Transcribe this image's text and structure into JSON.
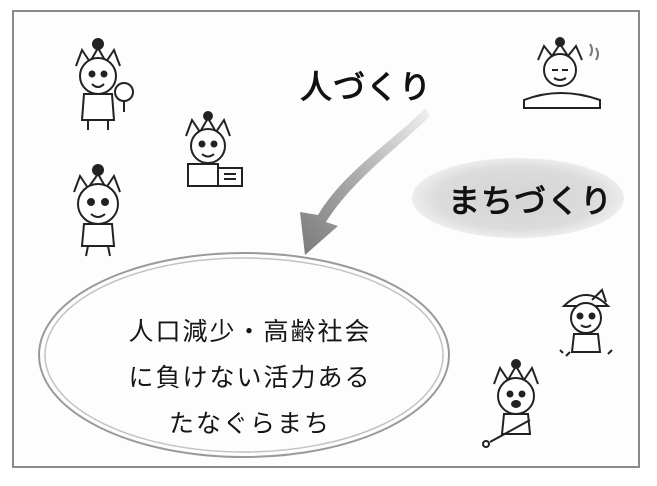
{
  "diagram": {
    "node_people": "人づくり",
    "node_town": "まちづくり",
    "goal": {
      "line1": "人口減少・高齢社会",
      "line2": "に負けない活力ある",
      "line3": "たなぐらまち"
    }
  },
  "colors": {
    "frame": "#8a8a8a",
    "arrow": "#7a7a7a",
    "town_bubble": "#d9d9d9",
    "ellipse_stroke": "#9a9a9a"
  },
  "icons": [
    "mascot-character-icon"
  ]
}
